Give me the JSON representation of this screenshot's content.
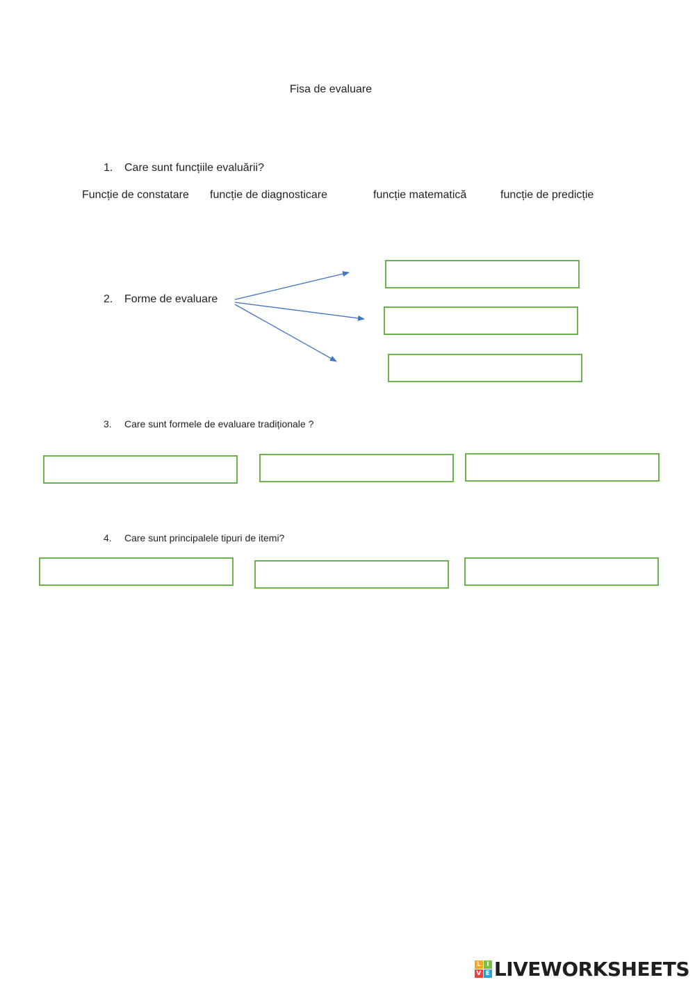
{
  "title": "Fisa de evaluare",
  "q1": {
    "num": "1.",
    "text": "Care sunt funcțiile evaluării?",
    "options": [
      "Funcție de constatare",
      "funcție de diagnosticare",
      "funcție matematică",
      "funcție de predicție"
    ]
  },
  "q2": {
    "num": "2.",
    "text": "Forme de evaluare"
  },
  "q3": {
    "num": "3.",
    "text": "Care sunt formele de evaluare tradiționale ?"
  },
  "q4": {
    "num": "4.",
    "text": "Care sunt principalele tipuri de itemi?"
  },
  "colors": {
    "box_border": "#6bb24c",
    "arrow": "#4472c4"
  },
  "logo": {
    "text": "LIVEWORKSHEETS",
    "grid_letters": [
      "L",
      "I",
      "V",
      "E"
    ]
  }
}
